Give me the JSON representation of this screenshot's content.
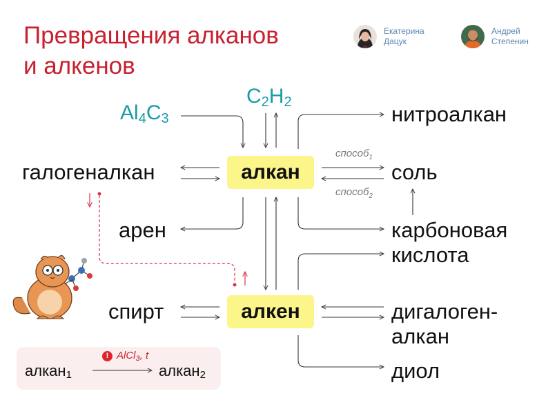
{
  "header": {
    "title_line1": "Превращения алканов",
    "title_line2": "и алкенов"
  },
  "authors": [
    {
      "name_line1": "Екатерина",
      "name_line2": "Дацук"
    },
    {
      "name_line1": "Андрей",
      "name_line2": "Степенин"
    }
  ],
  "nodes": {
    "al4c3": {
      "p1": "Al",
      "s1": "4",
      "p2": "C",
      "s2": "3"
    },
    "c2h2": {
      "p1": "C",
      "s1": "2",
      "p2": "H",
      "s2": "2"
    },
    "alkan": "алкан",
    "alken": "алкен",
    "galogenalkan": "галогеналкан",
    "aren": "арен",
    "spirt": "спирт",
    "nitroalkan": "нитроалкан",
    "sol": "соль",
    "karbonovaya_line1": "карбоновая",
    "karbonovaya_line2": "кислота",
    "digalogen_line1": "дигалоген-",
    "digalogen_line2": "алкан",
    "diol": "диол"
  },
  "methods": {
    "m1_text": "способ",
    "m1_sub": "1",
    "m2_text": "способ",
    "m2_sub": "2"
  },
  "legend": {
    "warn": "!",
    "cond_main": "AlCl",
    "cond_sub": "3",
    "cond_tail": ", t",
    "left_text": "алкан",
    "left_sub": "1",
    "right_text": "алкан",
    "right_sub": "2"
  },
  "colors": {
    "title": "#c8202f",
    "formula": "#1b9aaa",
    "highlight": "#fbf58a",
    "dashed_arrow": "#d9354a",
    "legend_bg": "#fbeeee"
  }
}
